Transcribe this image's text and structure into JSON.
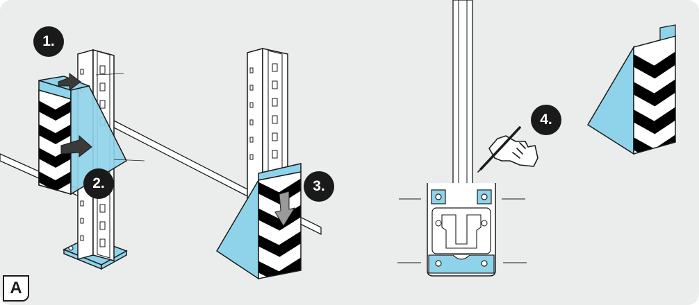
{
  "steps": [
    {
      "label": "1."
    },
    {
      "label": "2."
    },
    {
      "label": "3."
    },
    {
      "label": "4."
    }
  ],
  "figure_label": "A",
  "colors": {
    "background": "#ebedec",
    "guard_blue": "#8fd3ea",
    "outline": "#1a1a1a",
    "stripe": "#000000",
    "rack_fill": "#ffffff"
  },
  "icons": [
    "arrow-right-icon",
    "arrow-down-icon",
    "hand-writing-icon"
  ]
}
